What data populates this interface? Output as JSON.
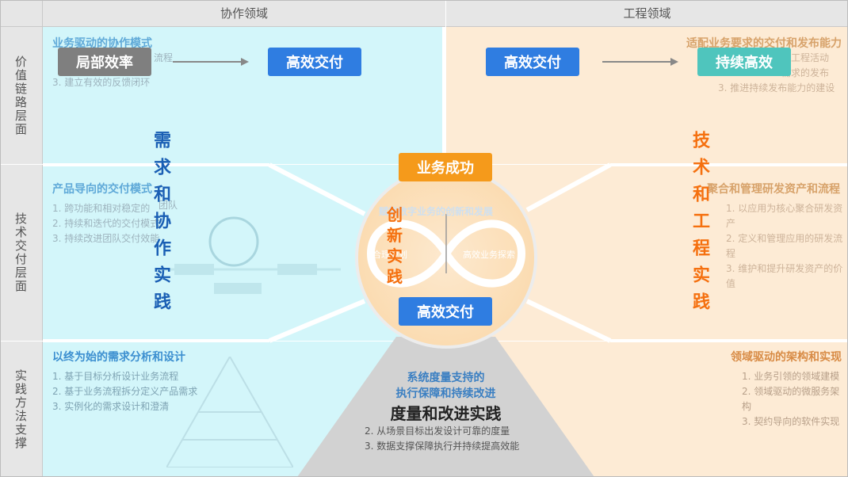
{
  "headers": {
    "collab_domain": "协作领域",
    "engineering_domain": "工程领域"
  },
  "rows": {
    "value_chain": "价值链路层面",
    "tech_delivery": "技术交付层面",
    "practice_support": "实践方法支撑"
  },
  "value_chain": {
    "left_from": "局部效率",
    "left_to": "高效交付",
    "right_from": "高效交付",
    "right_to": "持续高效",
    "collab_faded_title": "业务驱动的协作模式",
    "collab_faded_items": [
      "流程",
      "3. 建立有效的反馈闭环"
    ],
    "eng_faded_title": "适配业务要求的交付和发布能力",
    "eng_faded_items": [
      "的工程活动",
      "需求的发布",
      "3. 推进持续发布能力的建设"
    ]
  },
  "tech_delivery": {
    "collab_faded_title": "产品导向的交付模式",
    "collab_faded_items": [
      "1. 跨功能和相对稳定的",
      "团队",
      "2. 持续和迭代的交付模式",
      "3. 持续改进团队交付效能"
    ],
    "eng_faded_title": "聚合和管理研发资产和流程",
    "eng_faded_items": [
      "1. 以应用为核心聚合研发资产",
      "2. 定义和管理应用的研发流程",
      "3. 维护和提升研发资产的价值"
    ]
  },
  "practice": {
    "collab_title": "以终为始的需求分析和设计",
    "collab_items": [
      "1. 基于目标分析设计业务流程",
      "2. 基于业务流程拆分定义产品需求",
      "3. 实例化的需求设计和澄清"
    ],
    "eng_title": "领域驱动的架构和实现",
    "eng_items": [
      "1. 业务引领的领域建模",
      "2. 领域驱动的微服务架构",
      "3. 契约导向的软件实现"
    ],
    "measure_subtitle_1": "系统度量支持的",
    "measure_subtitle_2": "执行保障和持续改进",
    "measure_title": "度量和改进实践",
    "measure_items": [
      "2. 从场景目标出发设计可靠的度量",
      "3. 数据支撑保障执行并持续提高效能"
    ]
  },
  "center": {
    "top_label": "业务成功",
    "bottom_label": "高效交付",
    "innovation": "创新实践",
    "faded_top": "赋能数字业务的创新和发展",
    "faded_left": "合理规划",
    "faded_right": "高效业务探索"
  },
  "side_practices": {
    "left": "需求和协作实践",
    "right": "技术和工程实践"
  },
  "colors": {
    "blue_tag": "#2f7de1",
    "grey_tag": "#7f7f7f",
    "teal_tag": "#4fc5bd",
    "orange_tag": "#f59a1b",
    "cyan_panel": "#d3f6fa",
    "orange_panel": "#fdebd5",
    "left_vertical": "#1a5fb4",
    "right_vertical": "#f5700f"
  }
}
